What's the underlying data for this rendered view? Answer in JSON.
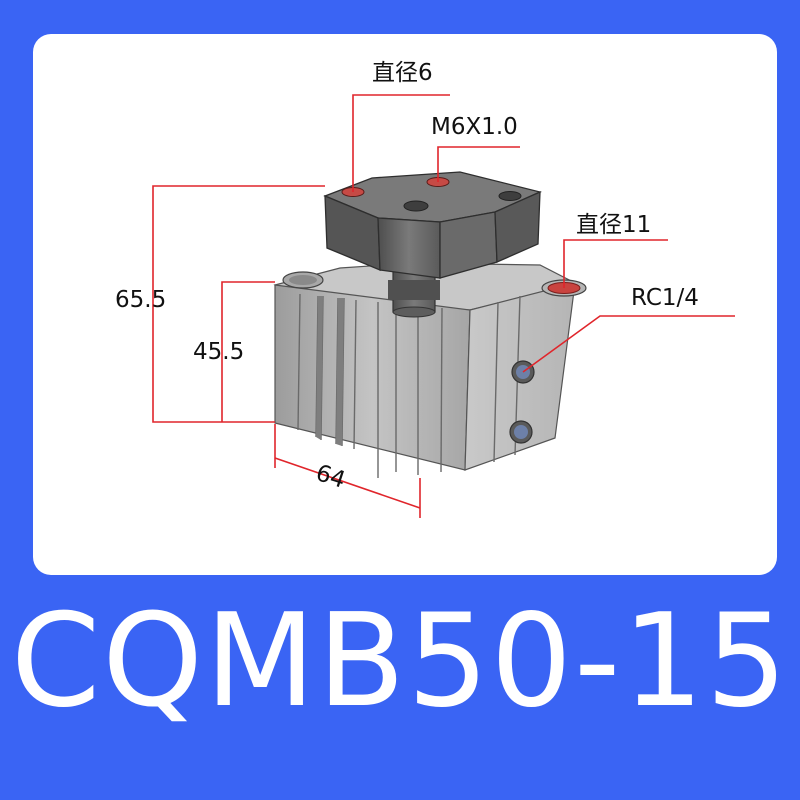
{
  "dimensions": {
    "bore_top": "直径6",
    "thread": "M6X1.0",
    "bore_side": "直径11",
    "port": "RC1/4",
    "height_total": "65.5",
    "height_body": "45.5",
    "width": "64"
  },
  "model": "CQMB50-15",
  "colors": {
    "background": "#3a64f4",
    "dimension_line": "#e0252b",
    "card": "#ffffff",
    "body_metal": "#b4b4b4",
    "cap_metal": "#6c6c6c"
  }
}
